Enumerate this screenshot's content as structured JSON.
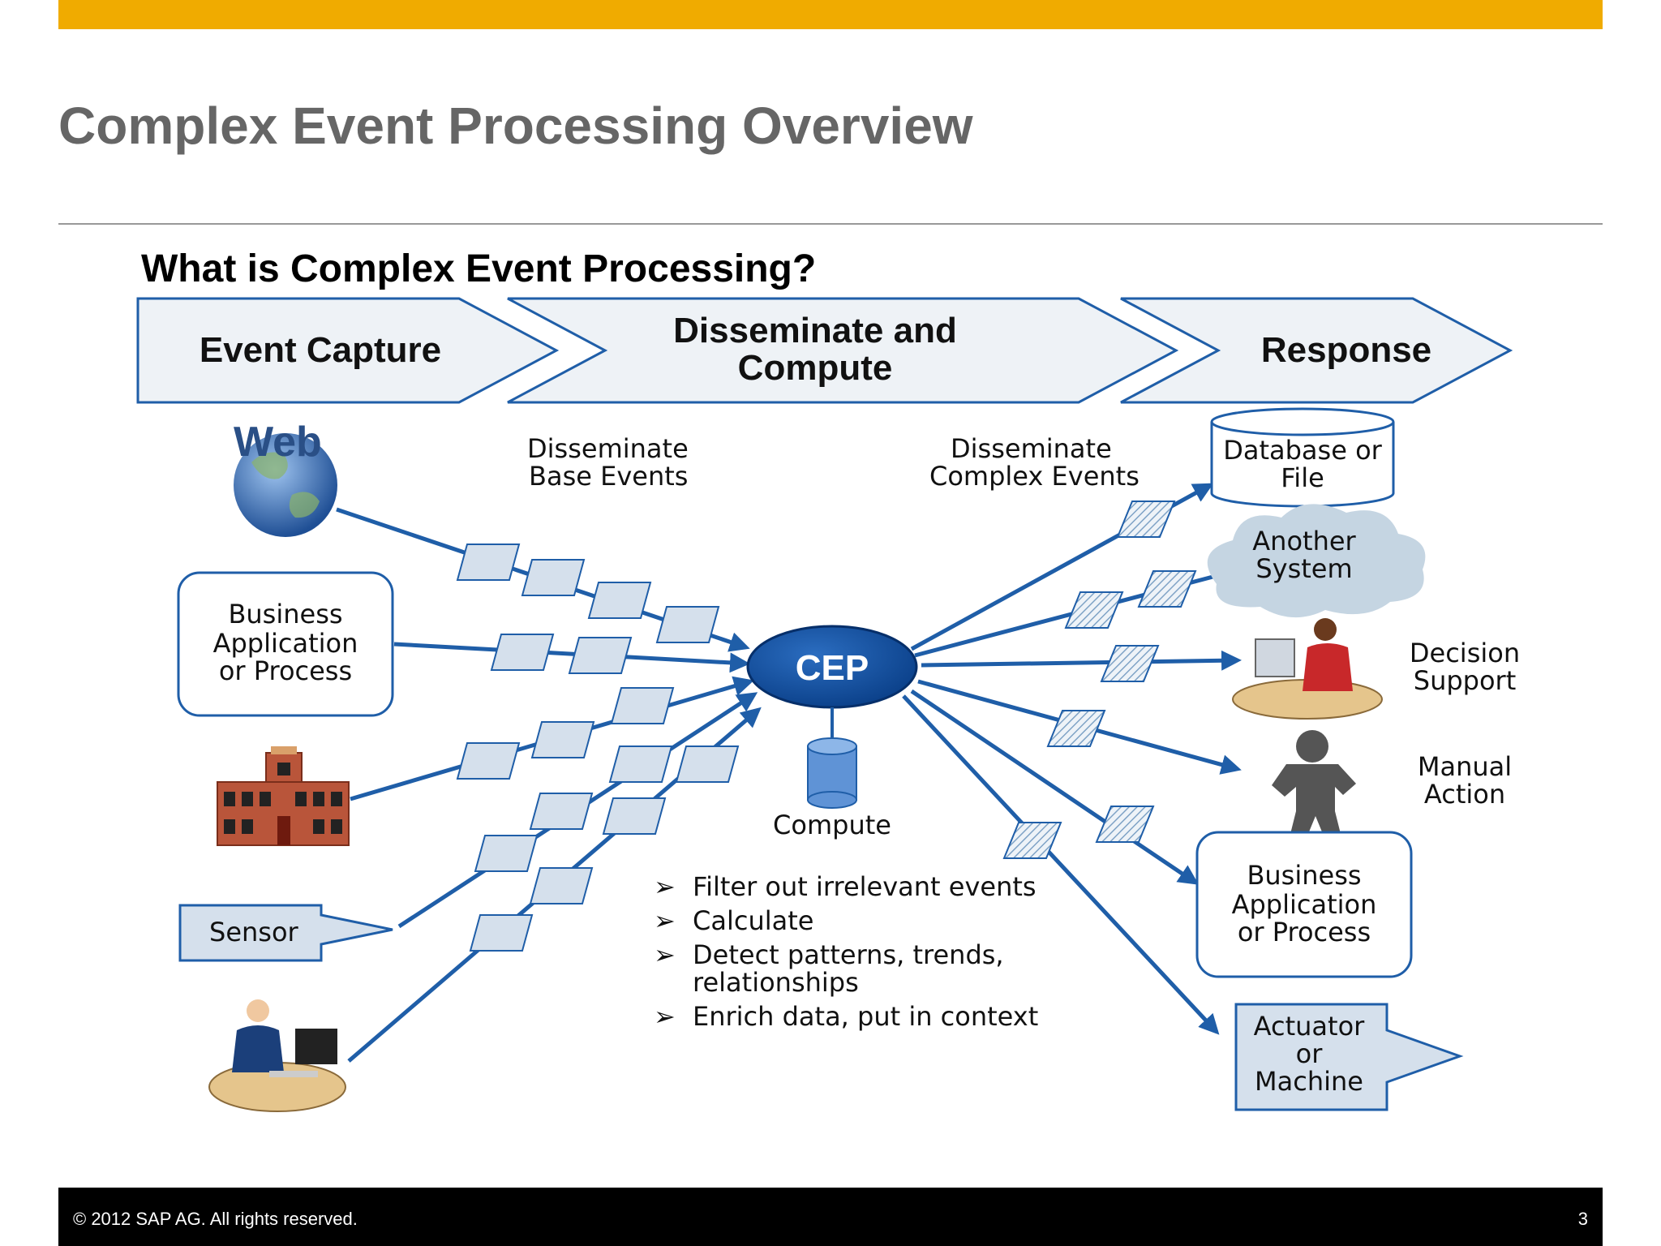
{
  "slide": {
    "title": "Complex Event Processing Overview",
    "subtitle": "What is Complex Event Processing?",
    "copyright": "©  2012 SAP AG. All rights reserved.",
    "page_number": "3"
  },
  "stages": [
    {
      "lines": [
        "Event Capture"
      ]
    },
    {
      "lines": [
        "Disseminate and",
        "Compute"
      ]
    },
    {
      "lines": [
        "Response"
      ]
    }
  ],
  "labels": {
    "web": "Web",
    "base_events": [
      "Disseminate",
      "Base Events"
    ],
    "complex_events": [
      "Disseminate",
      "Complex Events"
    ],
    "cep": "CEP",
    "compute": "Compute"
  },
  "sources": {
    "business_app": [
      "Business",
      "Application",
      "or Process"
    ],
    "sensor": "Sensor"
  },
  "targets": {
    "database": [
      "Database or",
      "File"
    ],
    "another_system": [
      "Another",
      "System"
    ],
    "decision_support": [
      "Decision",
      "Support"
    ],
    "manual_action": [
      "Manual",
      "Action"
    ],
    "business_app": [
      "Business",
      "Application",
      "or Process"
    ],
    "actuator": [
      "Actuator",
      "or",
      "Machine"
    ]
  },
  "bullets": [
    [
      "Filter out irrelevant events"
    ],
    [
      "Calculate"
    ],
    [
      "Detect patterns, trends,",
      "relationships"
    ],
    [
      "Enrich data, put in context"
    ]
  ],
  "colors": {
    "accent": "#f0ab00",
    "title_gray": "#666666",
    "line_blue": "#1f5ea8",
    "cep_fill": "#0a4b9a",
    "packet_fill": "#d5e0ec",
    "banner_fill": "#eef2f6"
  }
}
